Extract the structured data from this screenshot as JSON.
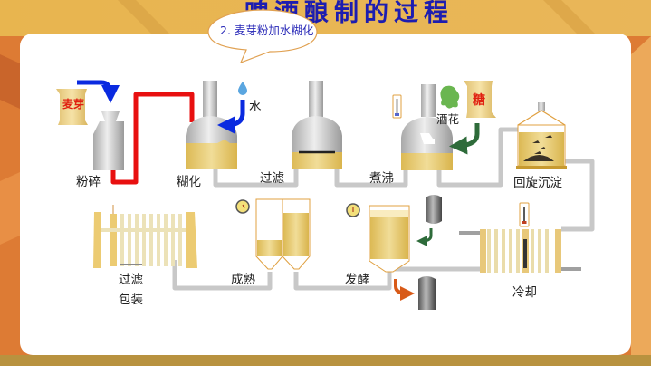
{
  "title": "啤酒酿制的过程",
  "callout": "2. 麦芽粉加水糊化",
  "labels": {
    "malt": "麦芽",
    "mill": "粉碎",
    "mash": "糊化",
    "water": "水",
    "lauter": "过滤",
    "boil": "煮沸",
    "hops": "酒花",
    "sugar": "糖",
    "whirlpool": "回旋沉淀",
    "cooling": "冷却",
    "fermentation": "发酵",
    "maturation": "成熟",
    "filter": "过滤",
    "packaging": "包装"
  },
  "colors": {
    "title": "#1d1db0",
    "pipe": "#c8c8c8",
    "hot_pipe": "#e81010",
    "liquid": "#e3c565",
    "arrow_blue": "#0a2ae0",
    "arrow_green": "#2e6b3a"
  }
}
